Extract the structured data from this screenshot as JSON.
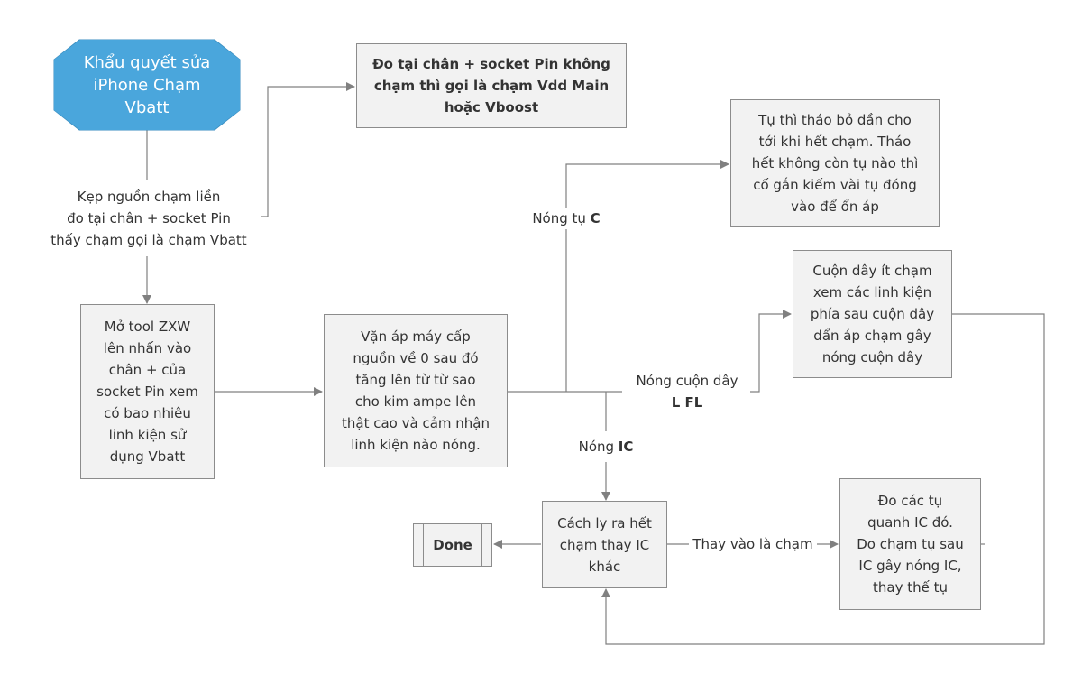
{
  "start": {
    "line1": "Khẩu quyết sửa",
    "line2": "iPhone Chạm",
    "line3": "Vbatt"
  },
  "measure_box": {
    "line1": "Đo tại chân + socket Pin không",
    "line2": "chạm thì gọi là chạm Vdd Main",
    "line3": "hoặc Vboost"
  },
  "clamp_label": {
    "line1": "Kẹp nguồn chạm liền",
    "line2": "đo tại chân + socket Pin",
    "line3": "thấy chạm gọi là chạm Vbatt"
  },
  "zxw_box": {
    "lines": [
      "Mở tool ZXW",
      "lên nhấn vào",
      "chân + của",
      "socket Pin xem",
      "có bao nhiêu",
      "linh kiện sử",
      "dụng Vbatt"
    ]
  },
  "voltage_box": {
    "lines": [
      "Vặn áp máy cấp",
      "nguồn về 0 sau đó",
      "tăng lên từ từ sao",
      "cho kim ampe lên",
      "thật cao và cảm nhận",
      "linh kiện nào nóng."
    ]
  },
  "hot_cap_label": {
    "prefix": "Nóng tụ ",
    "bold": "C"
  },
  "capacitor_box": {
    "lines": [
      "Tụ thì tháo bỏ dần cho",
      "tới khi hết chạm. Tháo",
      "hết không còn tụ nào thì",
      "cố gắn kiếm vài tụ đóng",
      "vào để ổn áp"
    ]
  },
  "hot_coil_label": {
    "line1": "Nóng cuộn dây",
    "line2_bold": "L FL"
  },
  "coil_box": {
    "lines": [
      "Cuộn dây ít chạm",
      "xem các linh kiện",
      "phía sau cuộn dây",
      "dẩn áp chạm gây",
      "nóng cuộn dây"
    ]
  },
  "hot_ic_label": {
    "prefix": "Nóng ",
    "bold": "IC"
  },
  "isolate_box": {
    "lines": [
      "Cách ly ra hết",
      "chạm thay IC",
      "khác"
    ]
  },
  "replace_label": "Thay vào là chạm",
  "ic_caps_box": {
    "lines": [
      "Đo các tụ",
      "quanh IC đó.",
      "Do chạm tụ sau",
      "IC gây nóng IC,",
      "thay thế tụ"
    ]
  },
  "done": "Done",
  "colors": {
    "start_fill": "#4aa6dc",
    "box_fill": "#f2f2f2",
    "border": "#8c8c8c",
    "line": "#808080",
    "text": "#333333"
  }
}
